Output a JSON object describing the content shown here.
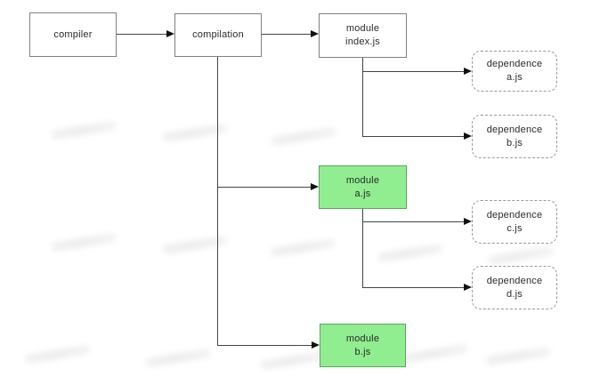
{
  "colors": {
    "background": "#ffffff",
    "module_fill": "#90ee90",
    "module_border": "#5fa35f",
    "process_fill": "#ffffff",
    "process_border": "#808080",
    "dependence_border": "#999999",
    "connector": "#444444",
    "arrowhead": "#111111",
    "text": "#2a2a2a",
    "watermark": "#ececec"
  },
  "nodes": {
    "compiler": {
      "line1": "compiler",
      "line2": ""
    },
    "compilation": {
      "line1": "compilation",
      "line2": ""
    },
    "module_index": {
      "line1": "module",
      "line2": "index.js"
    },
    "dep_a": {
      "line1": "dependence",
      "line2": "a.js"
    },
    "dep_b": {
      "line1": "dependence",
      "line2": "b.js"
    },
    "module_a": {
      "line1": "module",
      "line2": "a.js"
    },
    "dep_c": {
      "line1": "dependence",
      "line2": "c.js"
    },
    "dep_d": {
      "line1": "dependence",
      "line2": "d.js"
    },
    "module_b": {
      "line1": "module",
      "line2": "b.js"
    }
  },
  "edges": [
    {
      "from": "compiler",
      "to": "compilation"
    },
    {
      "from": "compilation",
      "to": "module index.js"
    },
    {
      "from": "module index.js",
      "to": "dependence a.js"
    },
    {
      "from": "module index.js",
      "to": "dependence b.js"
    },
    {
      "from": "compilation",
      "to": "module a.js"
    },
    {
      "from": "compilation",
      "to": "module b.js"
    },
    {
      "from": "module a.js",
      "to": "dependence c.js"
    },
    {
      "from": "module a.js",
      "to": "dependence d.js"
    }
  ]
}
